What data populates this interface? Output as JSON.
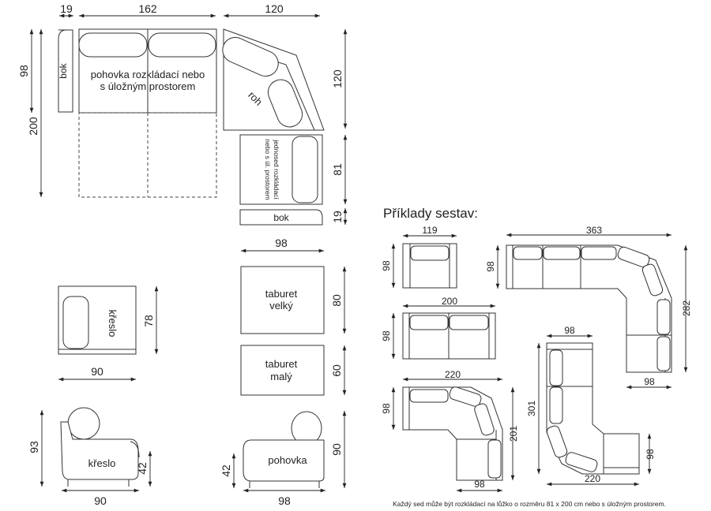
{
  "labels": {
    "bok": "bok",
    "sofa_text_1": "pohovka rozkládací nebo",
    "sofa_text_2": "s úložným prostorem",
    "roh": "roh",
    "jednosed_1": "jednosed rozkládací",
    "jednosed_2": "nebo s úl. prostorem",
    "kreslo": "křeslo",
    "taburet_velky_1": "taburet",
    "taburet_velky_2": "velký",
    "taburet_maly_1": "taburet",
    "taburet_maly_2": "malý",
    "pohovka": "pohovka"
  },
  "section_title": "Příklady sestav:",
  "footnote": "Každý sed může být rozkládací na lůžko o rozměru 81 x 200 cm nebo s úložným prostorem.",
  "dimensions": {
    "sofa_side_w": "19",
    "sofa_w": "162",
    "corner_w": "120",
    "sofa_depth": "98",
    "sofa_bed_len": "200",
    "corner_h": "120",
    "jednosed_h": "81",
    "bok_h": "19",
    "taburet_w": "98",
    "taburet_velky_h": "80",
    "taburet_maly_h": "60",
    "armchair_h": "78",
    "armchair_w": "90",
    "side_armchair_h": "93",
    "side_armchair_seat": "42",
    "side_armchair_w": "90",
    "side_sofa_seat": "42",
    "side_sofa_h": "90",
    "side_sofa_w": "98",
    "ex1_w": "119",
    "ex1_d": "98",
    "ex2_w": "200",
    "ex2_d": "98",
    "ex3_w": "220",
    "ex3_d": "98",
    "ex3_h": "201",
    "ex3_b": "98",
    "ex4_w": "363",
    "ex4_d": "98",
    "ex4_h": "282",
    "ex4_b": "98",
    "ex5_top": "98",
    "ex5_h": "301",
    "ex5_w": "220",
    "ex5_d": "98"
  }
}
